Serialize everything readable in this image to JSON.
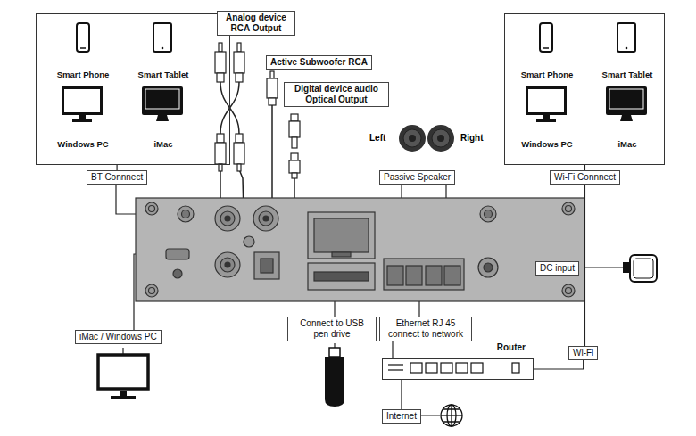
{
  "diagram": {
    "nodes": [
      {
        "text": [
          "Smart Phone",
          "Smart Tablet",
          "Windows PC",
          "iMac"
        ]
      },
      {
        "text": [
          "Analog device RCA Output"
        ]
      },
      {
        "text": [
          "Active Subwoofer RCA"
        ]
      },
      {
        "text": [
          "Digital device audio Optical Output"
        ]
      },
      {
        "text": [
          "Smart Phone",
          "Smart Tablet",
          "Windows PC",
          "iMac"
        ]
      },
      {
        "text": [
          "BT Connnect"
        ]
      },
      {
        "text": [
          "Passive Speaker"
        ]
      },
      {
        "text": [
          "Wi-Fi Connnect"
        ]
      },
      {
        "text": [
          "DC input"
        ]
      },
      {
        "text": [
          "iMac / Windows PC"
        ]
      },
      {
        "text": [
          "Connect to USB pen drive"
        ]
      },
      {
        "text": [
          "Ethernet RJ 45 connect to network"
        ]
      },
      {
        "text": [
          "Router"
        ]
      },
      {
        "text": [
          "Wi-Fi"
        ]
      },
      {
        "text": [
          "Internet"
        ]
      }
    ],
    "edges": [
      {
        "from": 0,
        "to": 5,
        "arrow": "none"
      },
      {
        "from": 4,
        "to": 7,
        "arrow": "none"
      },
      {
        "from": 7,
        "to": 13,
        "arrow": "none"
      },
      {
        "from": 13,
        "to": 12,
        "arrow": "none"
      },
      {
        "from": 11,
        "to": 12,
        "arrow": "none"
      },
      {
        "from": 14,
        "to": 12,
        "arrow": "none"
      }
    ],
    "labels": [
      "Left",
      "Right"
    ]
  }
}
